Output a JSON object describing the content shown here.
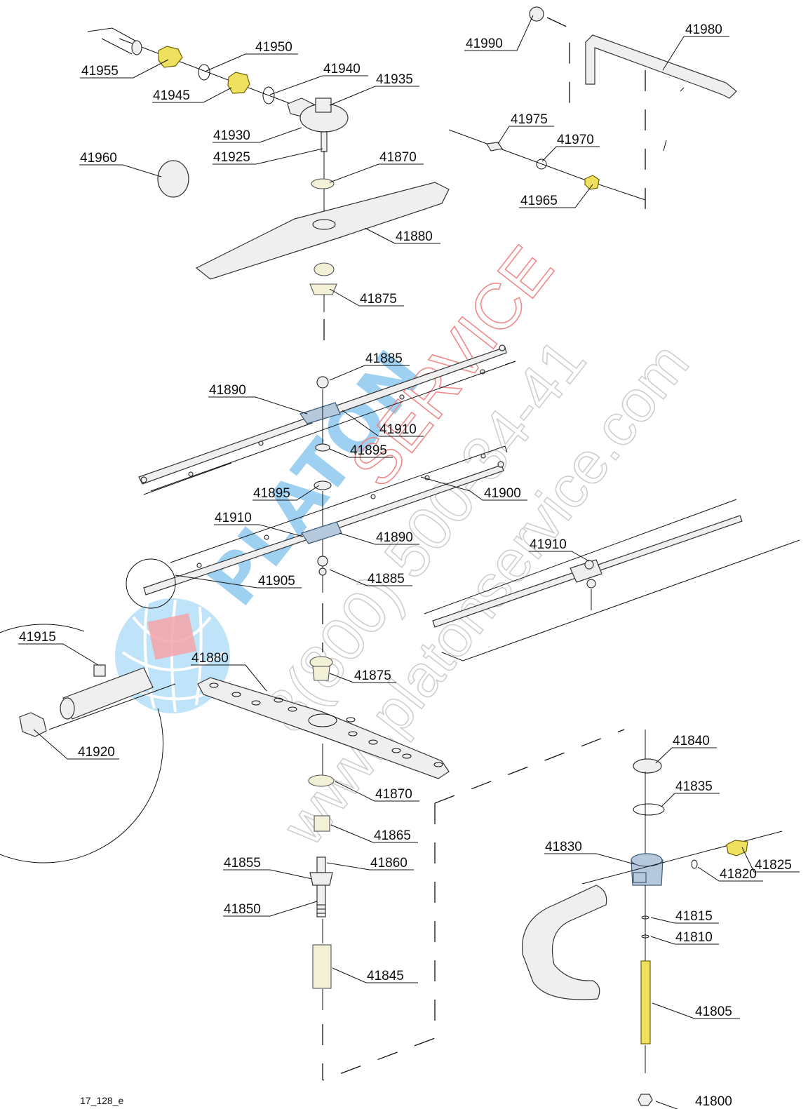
{
  "parts": [
    {
      "id": "p41990",
      "label": "41990"
    },
    {
      "id": "p41980",
      "label": "41980"
    },
    {
      "id": "p41950",
      "label": "41950"
    },
    {
      "id": "p41955",
      "label": "41955"
    },
    {
      "id": "p41940",
      "label": "41940"
    },
    {
      "id": "p41935",
      "label": "41935"
    },
    {
      "id": "p41945",
      "label": "41945"
    },
    {
      "id": "p41930",
      "label": "41930"
    },
    {
      "id": "p41925",
      "label": "41925"
    },
    {
      "id": "p41975",
      "label": "41975"
    },
    {
      "id": "p41970",
      "label": "41970"
    },
    {
      "id": "p41960",
      "label": "41960"
    },
    {
      "id": "p41870a",
      "label": "41870"
    },
    {
      "id": "p41965",
      "label": "41965"
    },
    {
      "id": "p41880a",
      "label": "41880"
    },
    {
      "id": "p41875a",
      "label": "41875"
    },
    {
      "id": "p41885a",
      "label": "41885"
    },
    {
      "id": "p41890a",
      "label": "41890"
    },
    {
      "id": "p41910a",
      "label": "41910"
    },
    {
      "id": "p41895a",
      "label": "41895"
    },
    {
      "id": "p41895b",
      "label": "41895"
    },
    {
      "id": "p41900",
      "label": "41900"
    },
    {
      "id": "p41910b",
      "label": "41910"
    },
    {
      "id": "p41890b",
      "label": "41890"
    },
    {
      "id": "p41910c",
      "label": "41910"
    },
    {
      "id": "p41905",
      "label": "41905"
    },
    {
      "id": "p41885b",
      "label": "41885"
    },
    {
      "id": "p41915",
      "label": "41915"
    },
    {
      "id": "p41880b",
      "label": "41880"
    },
    {
      "id": "p41875b",
      "label": "41875"
    },
    {
      "id": "p41920",
      "label": "41920"
    },
    {
      "id": "p41840",
      "label": "41840"
    },
    {
      "id": "p41835",
      "label": "41835"
    },
    {
      "id": "p41870b",
      "label": "41870"
    },
    {
      "id": "p41865",
      "label": "41865"
    },
    {
      "id": "p41830",
      "label": "41830"
    },
    {
      "id": "p41825",
      "label": "41825"
    },
    {
      "id": "p41855",
      "label": "41855"
    },
    {
      "id": "p41860",
      "label": "41860"
    },
    {
      "id": "p41820",
      "label": "41820"
    },
    {
      "id": "p41850",
      "label": "41850"
    },
    {
      "id": "p41815",
      "label": "41815"
    },
    {
      "id": "p41810",
      "label": "41810"
    },
    {
      "id": "p41845",
      "label": "41845"
    },
    {
      "id": "p41805",
      "label": "41805"
    },
    {
      "id": "p41800",
      "label": "41800"
    }
  ],
  "reference": "17_128_e",
  "watermark": {
    "brand": "PLATON",
    "service": "SERVICE",
    "phone": "8(800) 500-34-41",
    "url": "www.platonservice.com"
  },
  "colors": {
    "line": "#111111",
    "brass_part": "#f0e060",
    "blue_part": "#b6c8dc",
    "watermark_blue": "#8ec9ef",
    "watermark_red": "#f08a8a"
  }
}
